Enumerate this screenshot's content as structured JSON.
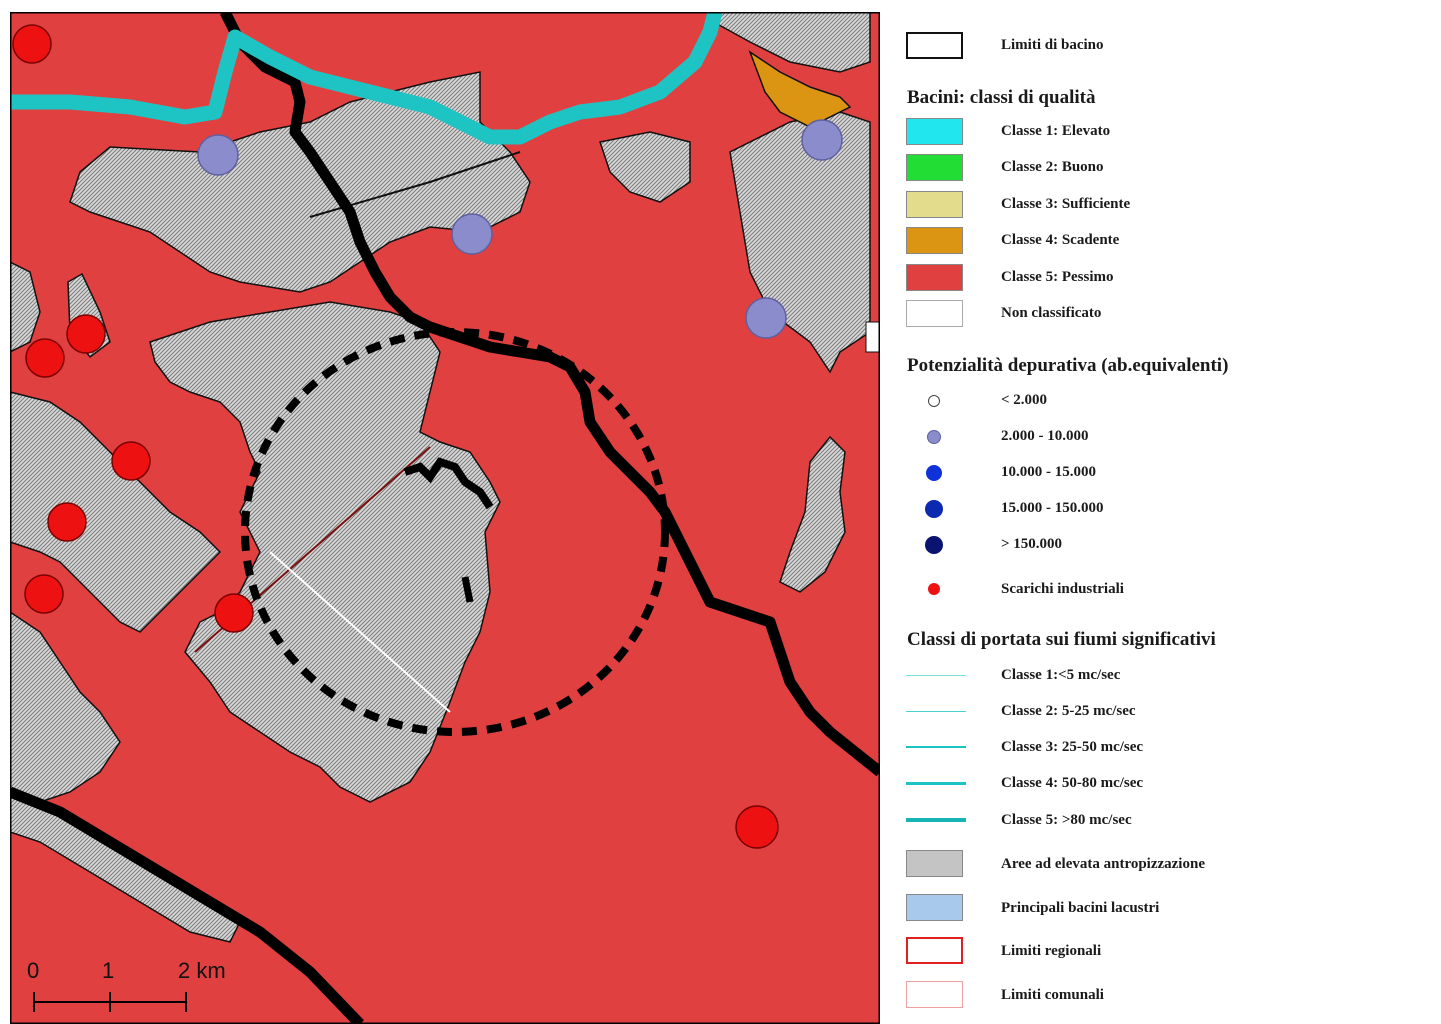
{
  "legend": {
    "basin_limits": "Limiti di bacino",
    "quality_heading": "Bacini: classi di qualità",
    "quality_classes": [
      {
        "label": "Classe 1: Elevato",
        "color": "#22e6ee"
      },
      {
        "label": "Classe 2: Buono",
        "color": "#22dd33"
      },
      {
        "label": "Classe 3: Sufficiente",
        "color": "#e2dc8c"
      },
      {
        "label": "Classe 4: Scadente",
        "color": "#dc9512"
      },
      {
        "label": "Classe 5: Pessimo",
        "color": "#e04040"
      },
      {
        "label": "Non classificato",
        "color": "#ffffff"
      }
    ],
    "capacity_heading": "Potenzialità depurativa (ab.equivalenti)",
    "capacity_classes": [
      {
        "label": "< 2.000",
        "color": "#ffffff"
      },
      {
        "label": "2.000 - 10.000",
        "color": "#8a8ccc"
      },
      {
        "label": "10.000 - 15.000",
        "color": "#1030d8"
      },
      {
        "label": "15.000 - 150.000",
        "color": "#0c2ab0"
      },
      {
        "label": "> 150.000",
        "color": "#0a1470"
      }
    ],
    "industrial_discharges": "Scarichi industriali",
    "flow_heading": "Classi di portata sui fiumi significativi",
    "flow_classes": [
      {
        "label": "Classe 1:<5 mc/sec"
      },
      {
        "label": "Classe 2: 5-25 mc/sec"
      },
      {
        "label": "Classe 3: 25-50 mc/sec"
      },
      {
        "label": "Classe 4: 50-80 mc/sec"
      },
      {
        "label": "Classe 5: >80 mc/sec"
      }
    ],
    "urban_areas": "Aree ad elevata antropizzazione",
    "lakes": "Principali bacini lacustri",
    "regional_limits": "Limiti regionali",
    "municipal_limits": "Limiti comunali"
  },
  "scale_bar": {
    "ticks": [
      "0",
      "1",
      "2 km"
    ]
  },
  "colors": {
    "pessimo_red": "#e04040",
    "urban_grey": "#c4c4c4",
    "river_cyan": "#1ec4c4",
    "discharge_red": "#ee1111",
    "plant_blue": "#8a8ccc",
    "boundary_black": "#000000"
  }
}
